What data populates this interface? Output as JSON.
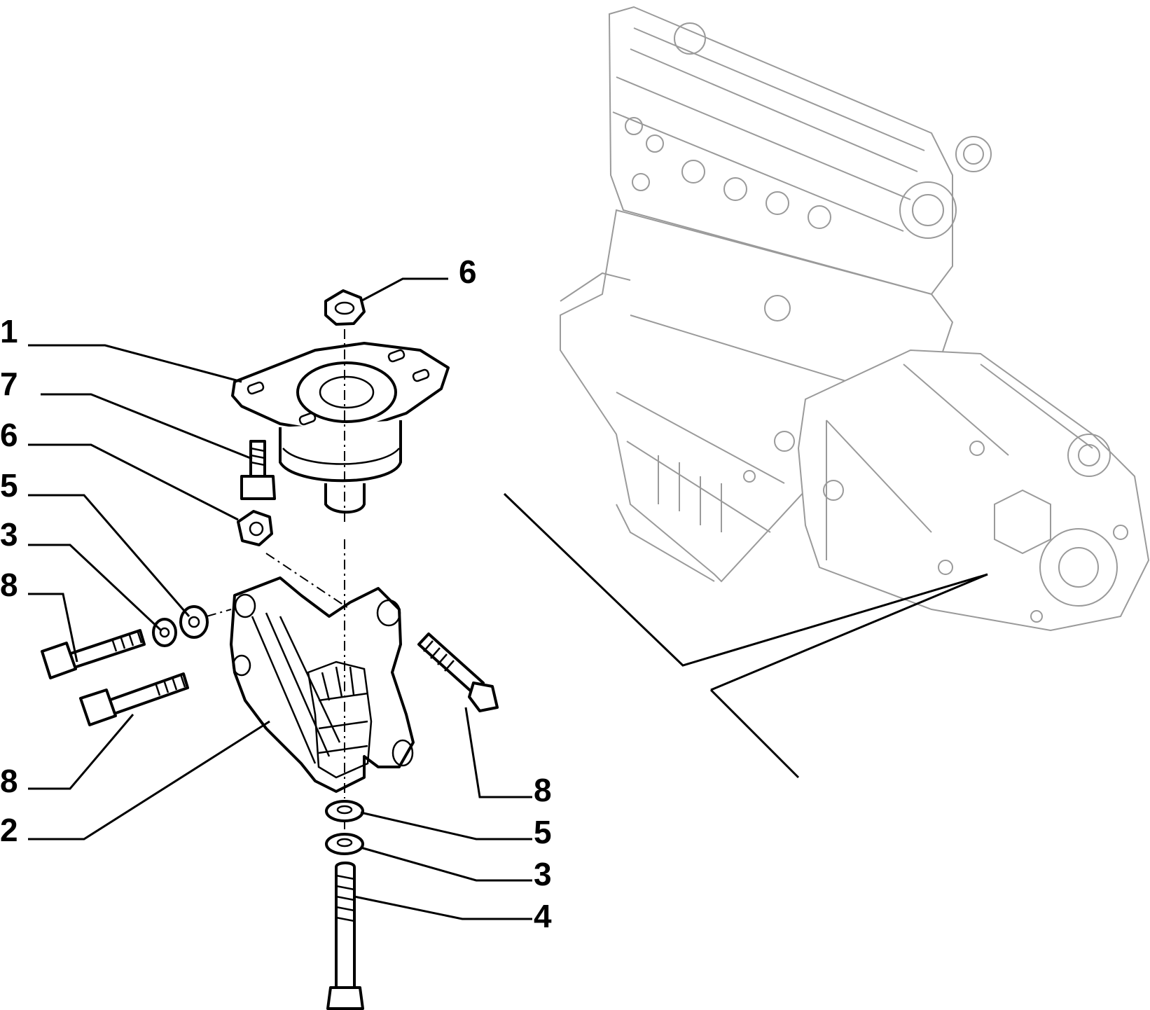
{
  "callouts": [
    {
      "id": "c1",
      "text": "1"
    },
    {
      "id": "c7",
      "text": "7"
    },
    {
      "id": "c6a",
      "text": "6"
    },
    {
      "id": "c5a",
      "text": "5"
    },
    {
      "id": "c3a",
      "text": "3"
    },
    {
      "id": "c8a",
      "text": "8"
    },
    {
      "id": "c6b",
      "text": "6"
    },
    {
      "id": "c8b",
      "text": "8"
    },
    {
      "id": "c2",
      "text": "2"
    },
    {
      "id": "c8c",
      "text": "8"
    },
    {
      "id": "c5b",
      "text": "5"
    },
    {
      "id": "c3b",
      "text": "3"
    },
    {
      "id": "c4",
      "text": "4"
    }
  ],
  "colors": {
    "ink": "#000000",
    "ghost": "#9a9a9a",
    "background": "#ffffff"
  }
}
